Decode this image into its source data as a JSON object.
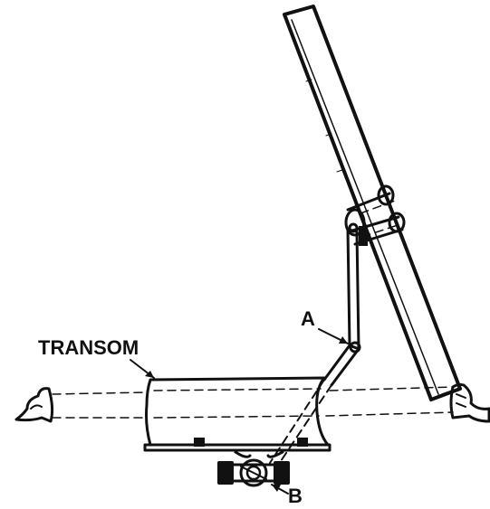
{
  "labels": {
    "transom": "TRANSOM",
    "a": "A",
    "b": "B"
  },
  "colors": {
    "ink": "#111111",
    "paper": "#ffffff"
  }
}
